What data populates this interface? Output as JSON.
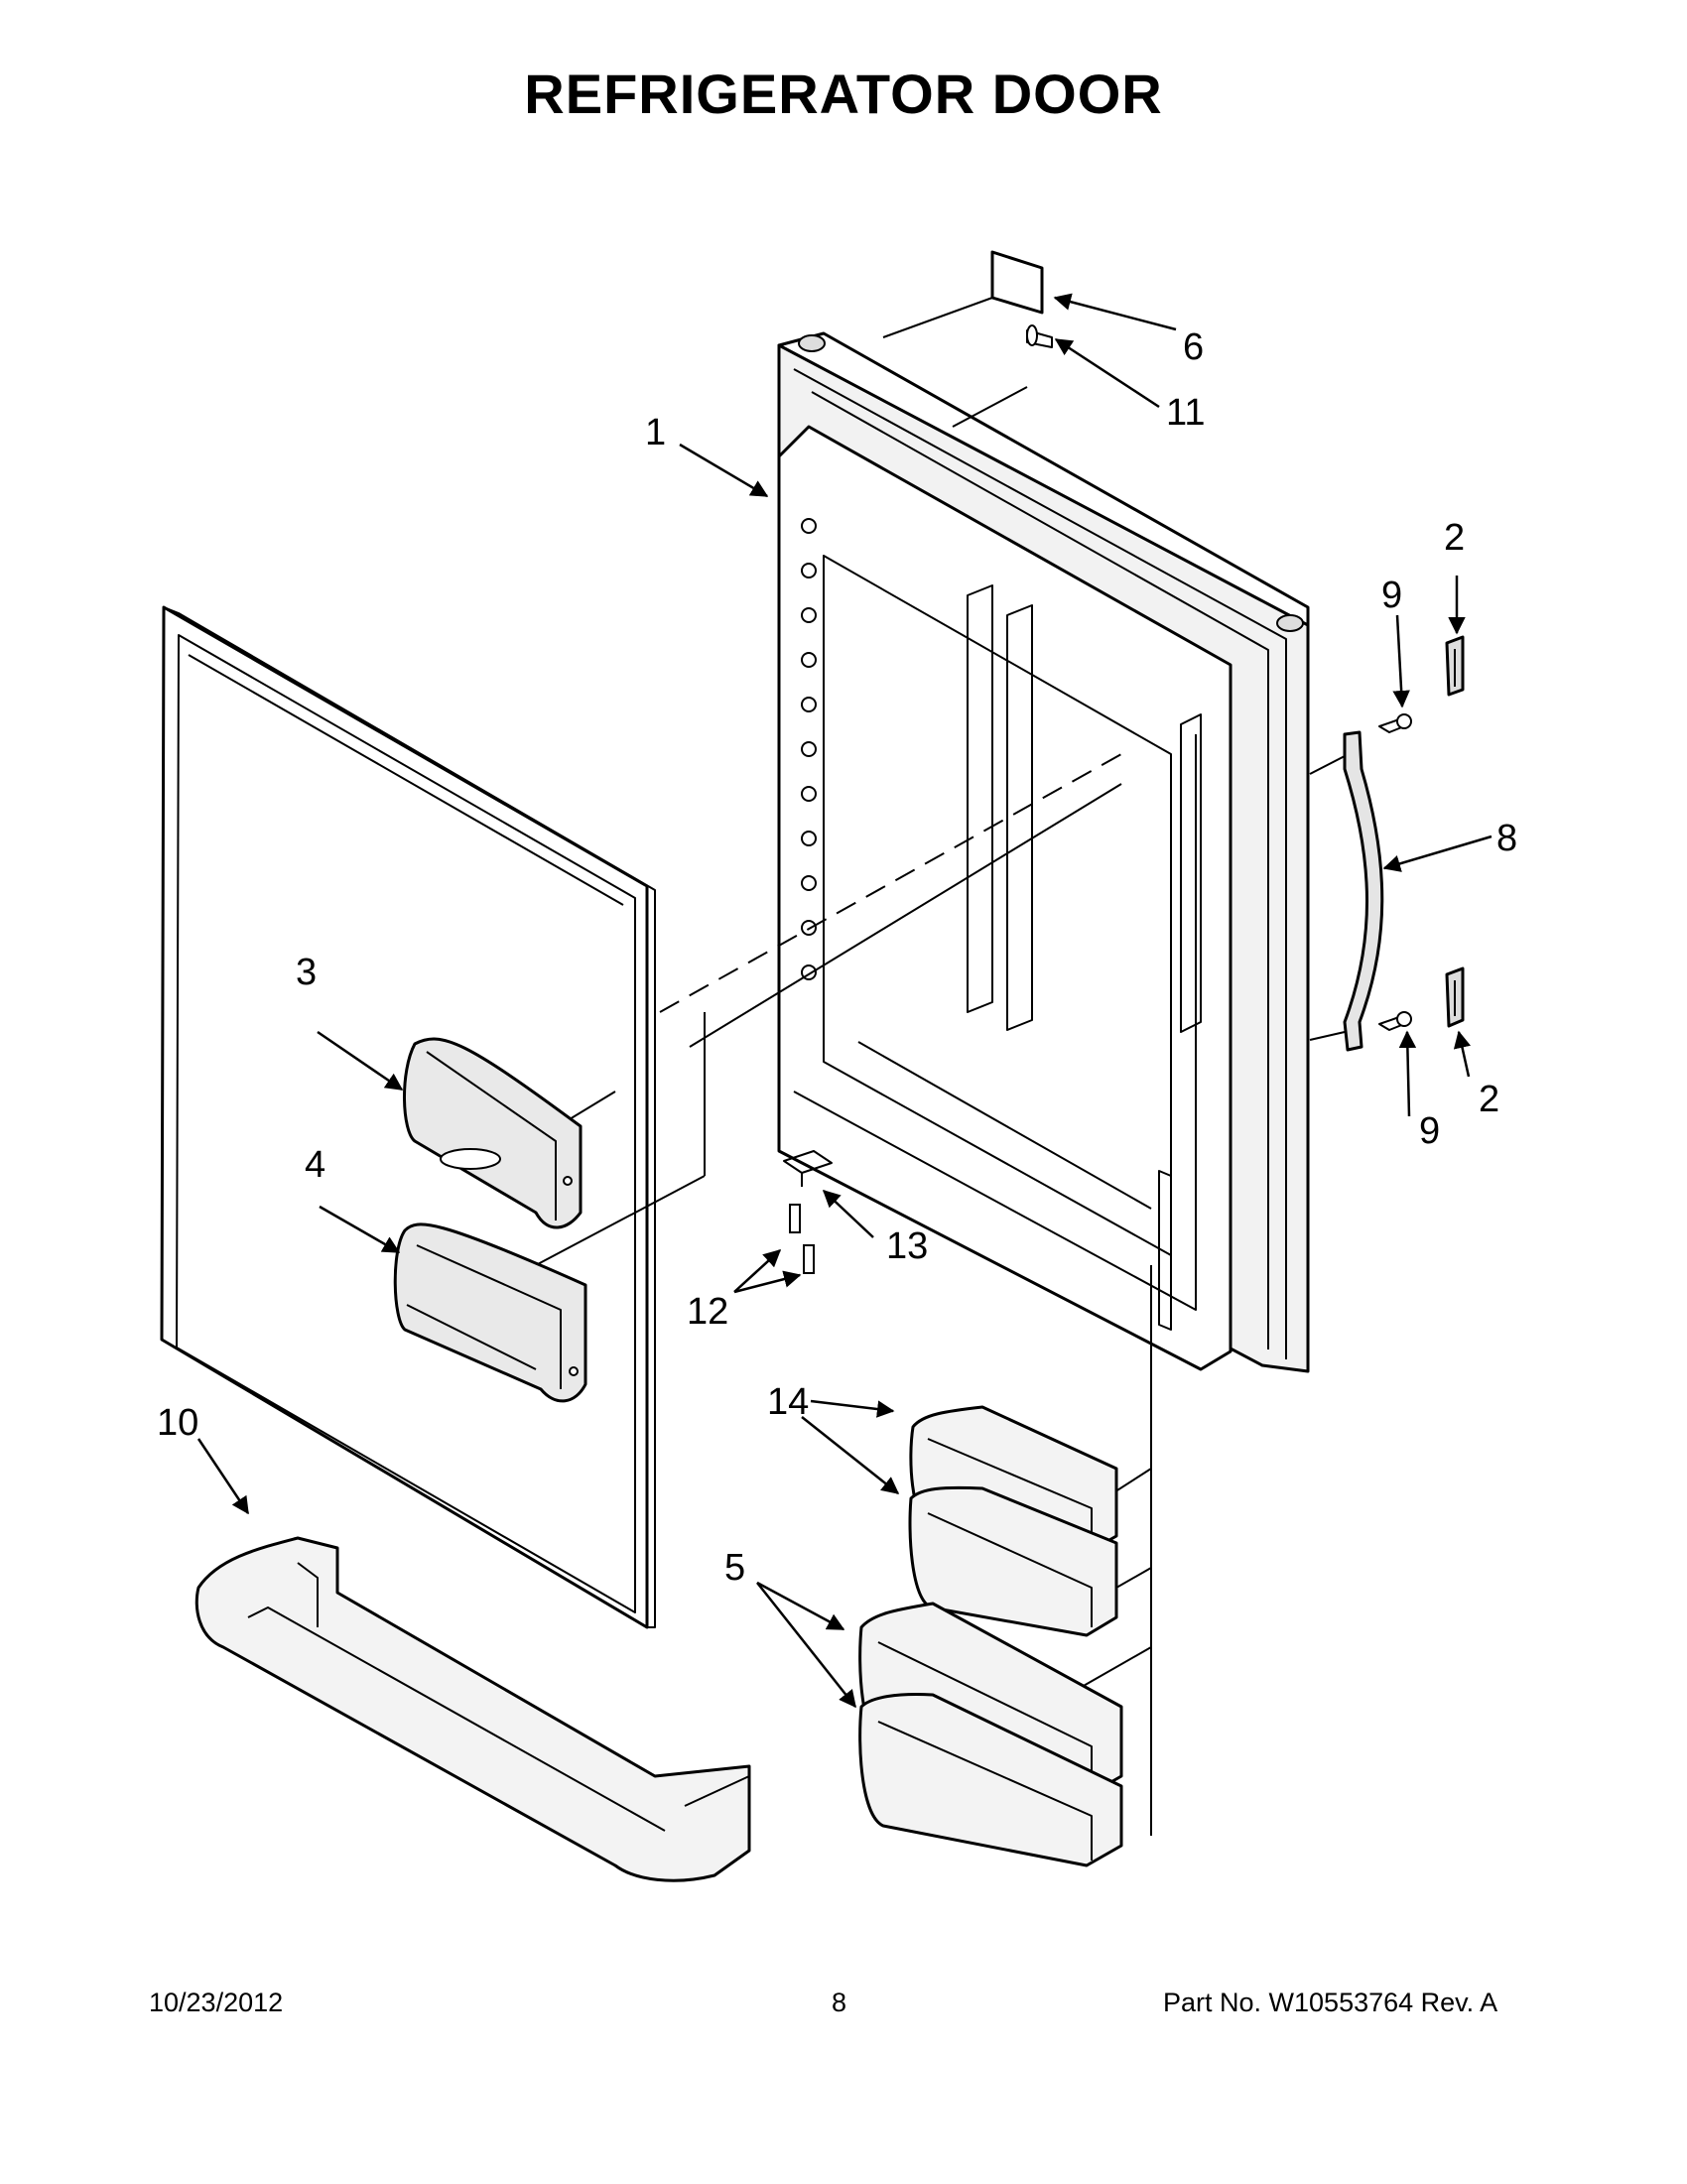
{
  "title": "REFRIGERATOR DOOR",
  "callouts": [
    {
      "id": "1",
      "label": "1"
    },
    {
      "id": "2a",
      "label": "2"
    },
    {
      "id": "2b",
      "label": "2"
    },
    {
      "id": "3",
      "label": "3"
    },
    {
      "id": "4",
      "label": "4"
    },
    {
      "id": "5",
      "label": "5"
    },
    {
      "id": "6",
      "label": "6"
    },
    {
      "id": "8",
      "label": "8"
    },
    {
      "id": "9a",
      "label": "9"
    },
    {
      "id": "9b",
      "label": "9"
    },
    {
      "id": "10",
      "label": "10"
    },
    {
      "id": "11",
      "label": "11"
    },
    {
      "id": "12",
      "label": "12"
    },
    {
      "id": "13",
      "label": "13"
    },
    {
      "id": "14",
      "label": "14"
    }
  ],
  "footer": {
    "date": "10/23/2012",
    "page": "8",
    "part": "Part No.  W10553764  Rev.  A"
  }
}
